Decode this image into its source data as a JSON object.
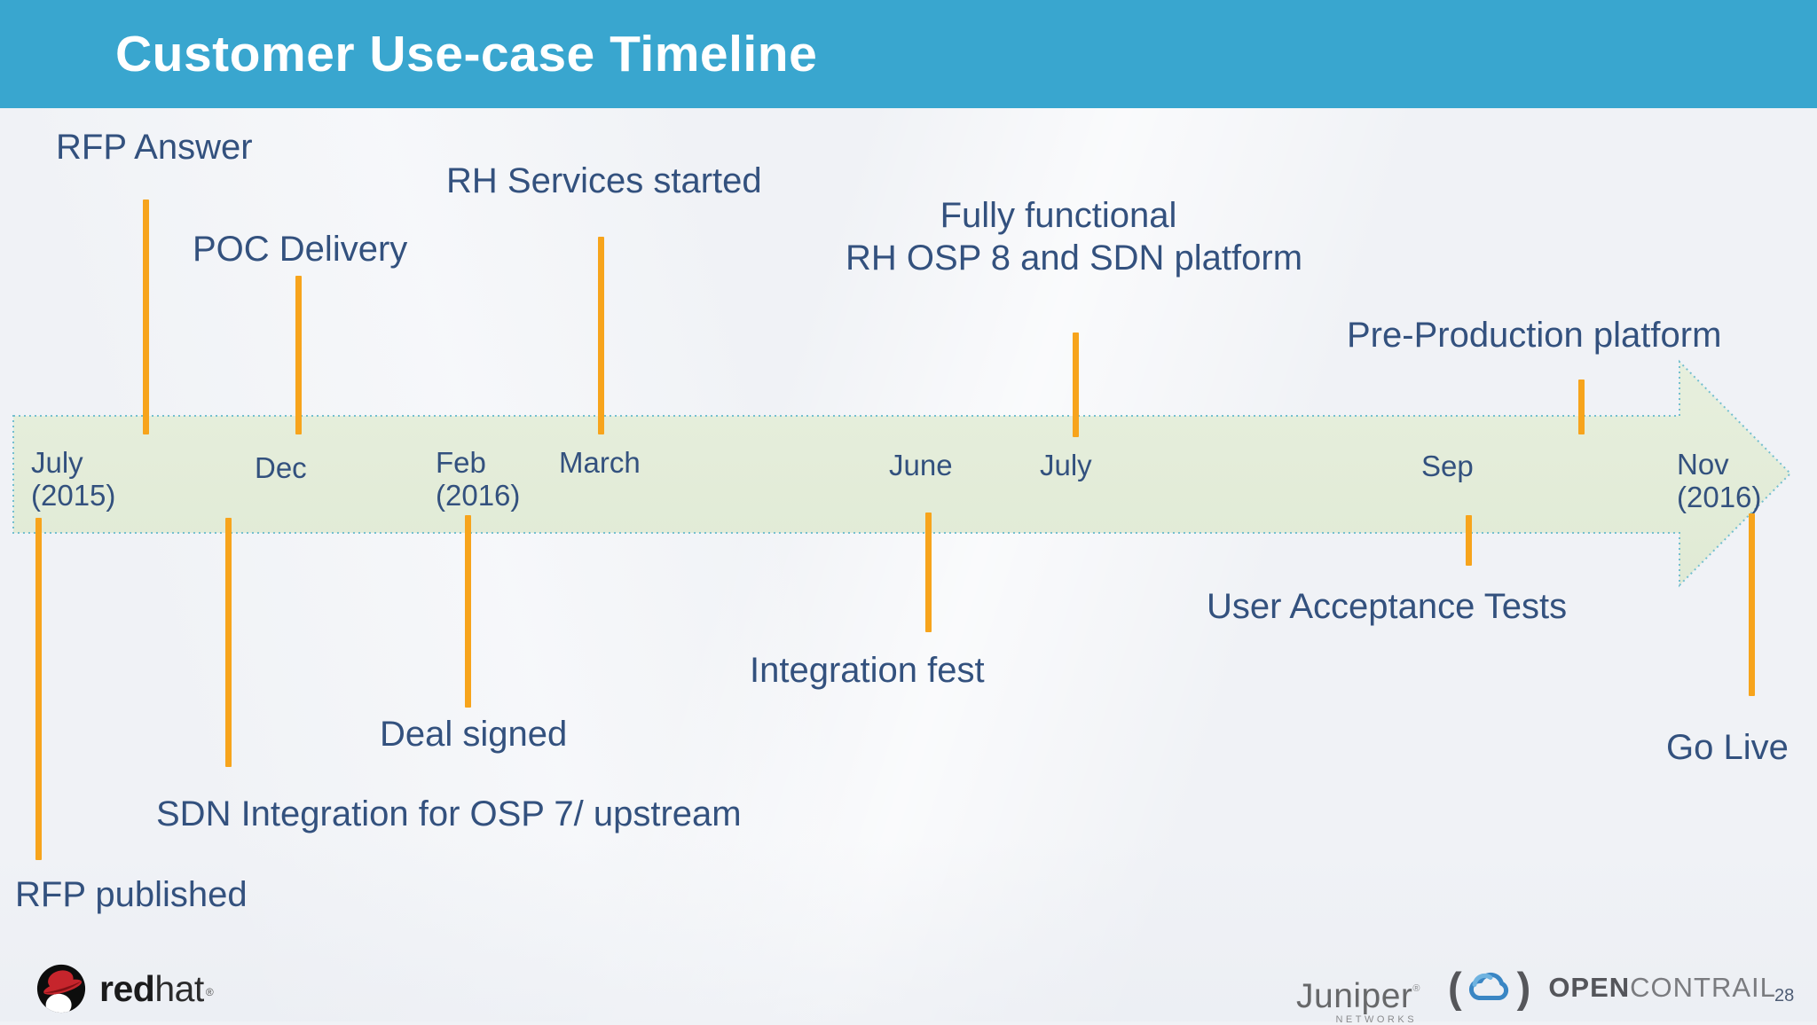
{
  "header": {
    "title": "Customer Use-case Timeline"
  },
  "colors": {
    "header_blue": "#39a6cf",
    "band_green": "#e2ebd8",
    "band_border_teal": "#74bfcf",
    "tick_orange": "#f7a41c",
    "label_navy": "#33517e"
  },
  "timeline": {
    "dates": [
      {
        "label": "July",
        "sublabel": "(2015)"
      },
      {
        "label": "Dec",
        "sublabel": ""
      },
      {
        "label": "Feb",
        "sublabel": "(2016)"
      },
      {
        "label": "March",
        "sublabel": ""
      },
      {
        "label": "June",
        "sublabel": ""
      },
      {
        "label": "July",
        "sublabel": ""
      },
      {
        "label": "Sep",
        "sublabel": ""
      },
      {
        "label": "Nov",
        "sublabel": "(2016)"
      }
    ],
    "milestones_above": [
      {
        "label": "RFP Answer"
      },
      {
        "label": "POC Delivery"
      },
      {
        "label": "RH Services started"
      },
      {
        "label": "Fully functional",
        "label2": "RH OSP 8 and SDN platform"
      },
      {
        "label": "Pre-Production platform"
      }
    ],
    "milestones_below": [
      {
        "label": "RFP published"
      },
      {
        "label": "SDN Integration for OSP 7/ upstream"
      },
      {
        "label": "Deal signed"
      },
      {
        "label": "Integration fest"
      },
      {
        "label": "User Acceptance Tests"
      },
      {
        "label": "Go Live"
      }
    ]
  },
  "footer": {
    "redhat": {
      "bold": "red",
      "regular": "hat",
      "mark": "®"
    },
    "juniper": {
      "name": "Juniper",
      "mark": "®",
      "sub": "NETWORKS"
    },
    "opencontrail": {
      "paren_open": "(",
      "paren_close": ")",
      "open": "OPEN",
      "contrail": "CONTRAIL"
    },
    "page_number": "28"
  }
}
